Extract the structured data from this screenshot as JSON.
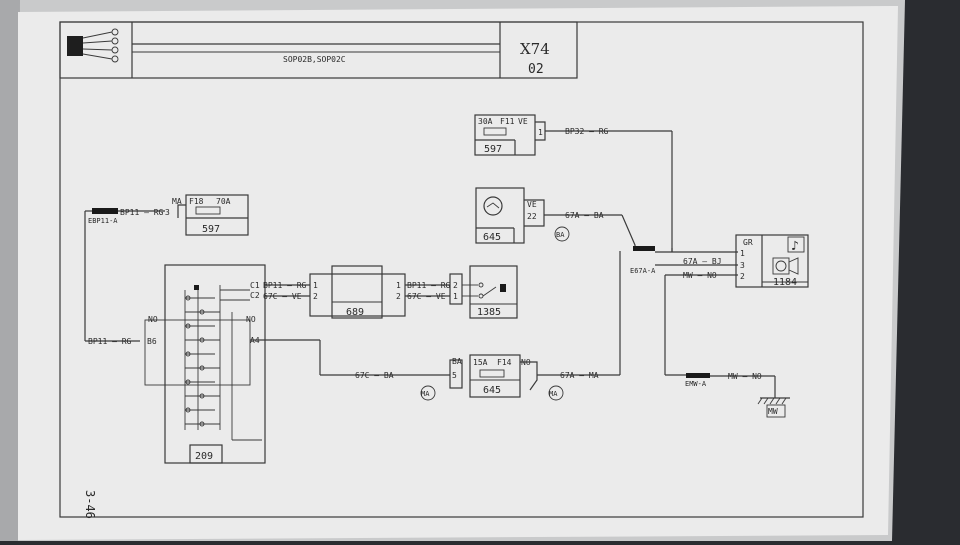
{
  "title_block": {
    "sheet_code": "SOP02B,SOP02C",
    "doc_id": "X74",
    "doc_rev": "02",
    "page_number": "3-46"
  },
  "components": {
    "fuse_597_top": {
      "rating": "30A",
      "fuse": "F11",
      "wire_color": "VE",
      "pin": "1",
      "id": "597"
    },
    "fuse_597_left": {
      "wire_color": "MA",
      "fuse": "F18",
      "rating": "70A",
      "pin": "3",
      "id": "597"
    },
    "sensor_645": {
      "wire_color": "VE",
      "pin": "22",
      "id": "645"
    },
    "connector_689": {
      "pin1": "1",
      "pin2": "2",
      "pin1_r": "1",
      "pin2_r": "2",
      "id": "689"
    },
    "switch_1385": {
      "pin2": "2",
      "pin1": "1",
      "id": "1385"
    },
    "fuse_645_bottom": {
      "wire_color_left": "BA",
      "rating": "15A",
      "fuse": "F14",
      "wire_color_right": "NO",
      "pin": "5",
      "id": "645"
    },
    "horn_1184": {
      "wire_color": "GR",
      "pin1": "1",
      "pin3": "3",
      "pin2": "2",
      "id": "1184"
    },
    "switch_209": {
      "pin_c1": "C1",
      "pin_c2": "C2",
      "pin_b6": "B6",
      "pin_a4": "A4",
      "no_left": "NO",
      "no_right": "NO",
      "id": "209"
    }
  },
  "wires": {
    "bp32_rg": "BP32 — RG",
    "bp11_rg_top": "BP11 — RG",
    "bp11_rg_left": "BP11 — RG",
    "bp11_rg_c1": "BP11 — RG",
    "w67c_ve_c2": "67C — VE",
    "bp11_rg_1385": "BP11 — RG",
    "w67c_ve_1385": "67C — VE",
    "w67a_ba_top": "67A — BA",
    "w67a_bj": "67A — BJ",
    "mw_no_horn": "MW — NO",
    "w67c_ba_bottom": "67C — BA",
    "w67a_ma": "67A — MA",
    "mw_no_ground": "MW — NO"
  },
  "splices": {
    "ebp11_a": "EBP11-A",
    "e67a_a": "E67A-A",
    "emw_a": "EMW-A"
  },
  "ground": {
    "label": "MW"
  },
  "circle_markers": {
    "ba": "BA",
    "ma_left": "MA",
    "ma_right": "MA"
  }
}
